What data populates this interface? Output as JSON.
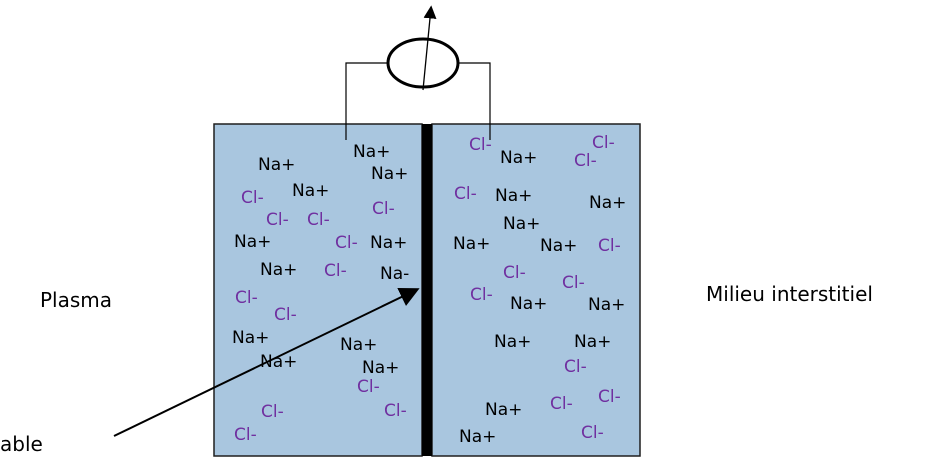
{
  "labels": {
    "left": "Plasma",
    "right": "Milieu interstitiel",
    "membrane_pointer": "able"
  },
  "ions": {
    "na": "Na+",
    "cl": "Cl-",
    "na_clipped": "Na-"
  },
  "colors": {
    "compartment_fill": "#a9c6df",
    "compartment_stroke": "#1f1f1f",
    "membrane": "#000000",
    "na_ion": "#000000",
    "cl_ion": "#7030a0"
  },
  "icons": {
    "meter": "voltmeter-icon"
  }
}
